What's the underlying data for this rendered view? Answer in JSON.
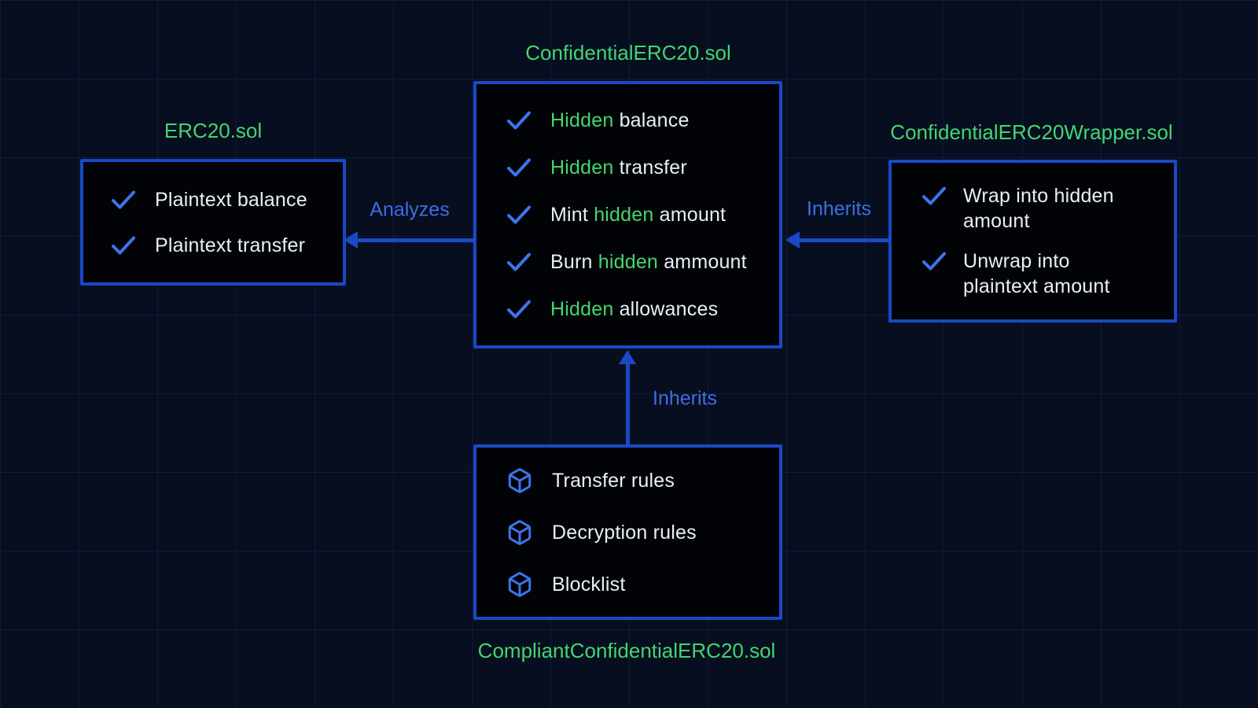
{
  "colors": {
    "background": "#060e20",
    "grid_line": "#16254a",
    "box_background": "#020307",
    "box_border": "#1a49c6",
    "arrow": "#1a49c6",
    "edge_label_text": "#3e6ee4",
    "check_icon": "#3e74ec",
    "cube_icon": "#3e74ec",
    "title_green": "#45d56f",
    "item_text": "#e9eef8"
  },
  "nodes": {
    "erc20": {
      "title": "ERC20.sol",
      "items": [
        {
          "icon": "check-icon",
          "segments": [
            {
              "text": "Plaintext balance",
              "green": false
            }
          ]
        },
        {
          "icon": "check-icon",
          "segments": [
            {
              "text": "Plaintext transfer",
              "green": false
            }
          ]
        }
      ]
    },
    "confidential_erc20": {
      "title": "ConfidentialERC20.sol",
      "items": [
        {
          "icon": "check-icon",
          "segments": [
            {
              "text": "Hidden",
              "green": true
            },
            {
              "text": " balance",
              "green": false
            }
          ]
        },
        {
          "icon": "check-icon",
          "segments": [
            {
              "text": "Hidden",
              "green": true
            },
            {
              "text": " transfer",
              "green": false
            }
          ]
        },
        {
          "icon": "check-icon",
          "segments": [
            {
              "text": "Mint ",
              "green": false
            },
            {
              "text": "hidden",
              "green": true
            },
            {
              "text": " amount",
              "green": false
            }
          ]
        },
        {
          "icon": "check-icon",
          "segments": [
            {
              "text": "Burn ",
              "green": false
            },
            {
              "text": "hidden",
              "green": true
            },
            {
              "text": " ammount",
              "green": false
            }
          ]
        },
        {
          "icon": "check-icon",
          "segments": [
            {
              "text": "Hidden",
              "green": true
            },
            {
              "text": " allowances",
              "green": false
            }
          ]
        }
      ]
    },
    "wrapper": {
      "title": "ConfidentialERC20Wrapper.sol",
      "items": [
        {
          "icon": "check-icon",
          "segments": [
            {
              "text": "Wrap into hidden amount",
              "green": false
            }
          ]
        },
        {
          "icon": "check-icon",
          "segments": [
            {
              "text": "Unwrap into plaintext amount",
              "green": false
            }
          ]
        }
      ]
    },
    "compliant": {
      "title": "CompliantConfidentialERC20.sol",
      "items": [
        {
          "icon": "cube-icon",
          "segments": [
            {
              "text": "Transfer rules",
              "green": false
            }
          ]
        },
        {
          "icon": "cube-icon",
          "segments": [
            {
              "text": "Decryption rules",
              "green": false
            }
          ]
        },
        {
          "icon": "cube-icon",
          "segments": [
            {
              "text": "Blocklist",
              "green": false
            }
          ]
        }
      ]
    }
  },
  "edges": {
    "analyzes": {
      "label": "Analyzes",
      "from": "ConfidentialERC20.sol",
      "to": "ERC20.sol"
    },
    "inherits_wrapper": {
      "label": "Inherits",
      "from": "ConfidentialERC20Wrapper.sol",
      "to": "ConfidentialERC20.sol"
    },
    "inherits_compliant": {
      "label": "Inherits",
      "from": "CompliantConfidentialERC20.sol",
      "to": "ConfidentialERC20.sol"
    }
  }
}
